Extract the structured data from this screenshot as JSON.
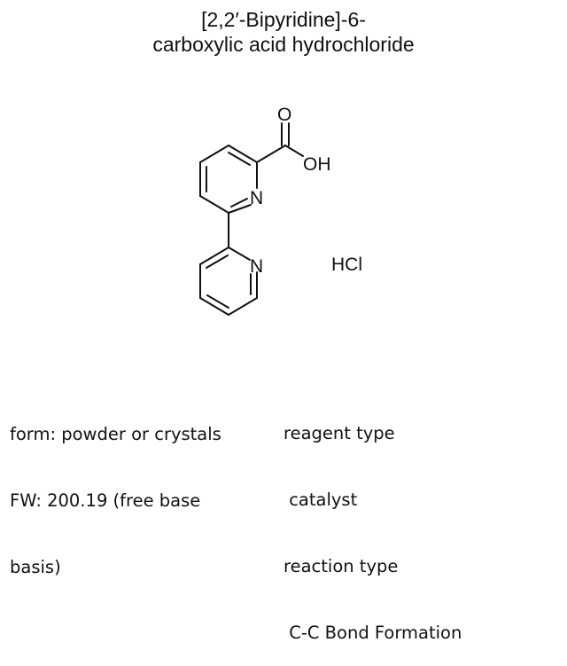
{
  "title": {
    "line1": "[2,2′-Bipyridine]-6-",
    "line2": "carboxylic acid hydrochloride"
  },
  "structure": {
    "atoms": {
      "oxygen_carbonyl": "O",
      "hydroxyl": "OH",
      "nitrogen_ring1": "N",
      "nitrogen_ring2": "N",
      "salt": "HCl"
    }
  },
  "properties_left": {
    "form": "form: powder or crystals",
    "fw_line1": "FW: 200.19 (free base",
    "fw_line2": "basis)"
  },
  "properties_right": {
    "reagent_type_label": "reagent type",
    "reagent_type_value": " catalyst",
    "reaction_type_label": "reaction type",
    "reaction_type_value": " C-C Bond Formation"
  }
}
